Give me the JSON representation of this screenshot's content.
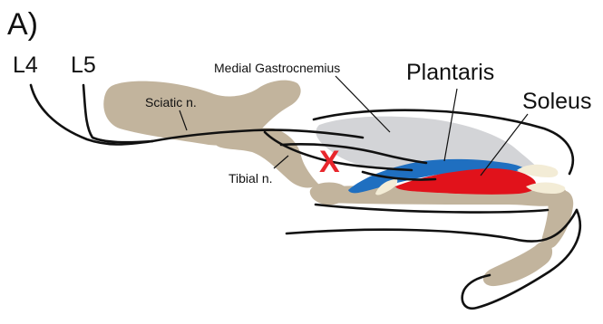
{
  "panel_label": "A)",
  "labels": {
    "root_l4": "L4",
    "root_l5": "L5",
    "sciatic": "Sciatic n.",
    "tibial": "Tibial n.",
    "medial_gastrocnemius": "Medial Gastrocnemius",
    "plantaris": "Plantaris",
    "soleus": "Soleus"
  },
  "colors": {
    "bone": "#c2b49d",
    "gastrocnemius": "#d3d4d7",
    "plantaris": "#1f6fc0",
    "soleus": "#e1121b",
    "tendon": "#f3ecd6",
    "transection_mark": "#e8262c",
    "line": "#111111"
  },
  "transection_mark": "X"
}
